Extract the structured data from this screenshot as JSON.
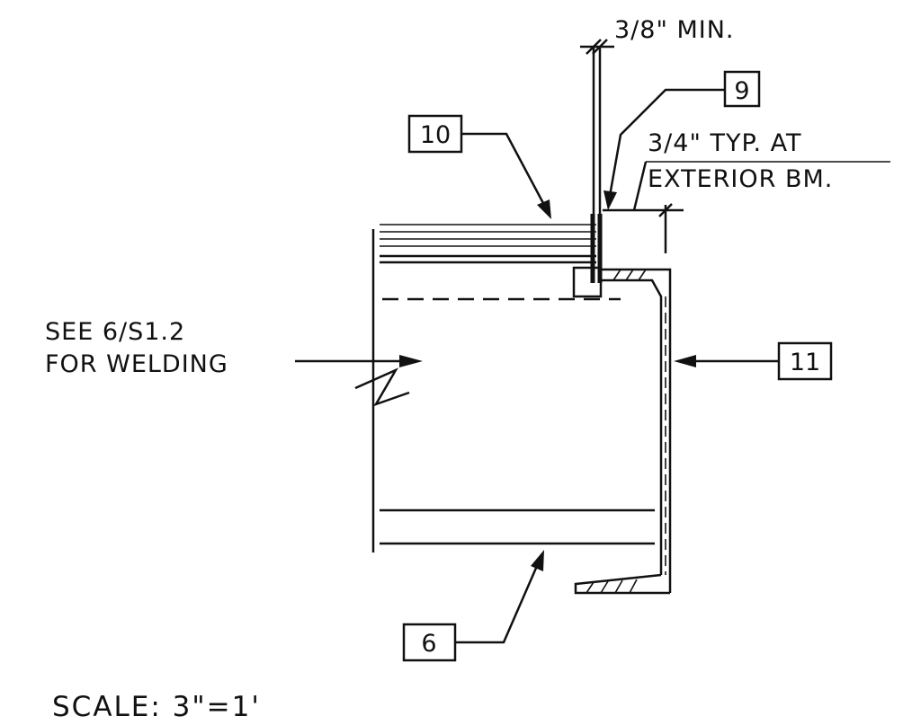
{
  "dimensions": {
    "top_dim": "3/8\" MIN.",
    "right_dim_line1": "3/4\" TYP. AT",
    "right_dim_line2": "EXTERIOR BM."
  },
  "notes": {
    "welding_line1": "SEE 6/S1.2",
    "welding_line2": "FOR WELDING"
  },
  "callouts": {
    "tag_9": "9",
    "tag_10": "10",
    "tag_11": "11",
    "tag_6": "6"
  },
  "scale": "SCALE: 3\"=1'"
}
